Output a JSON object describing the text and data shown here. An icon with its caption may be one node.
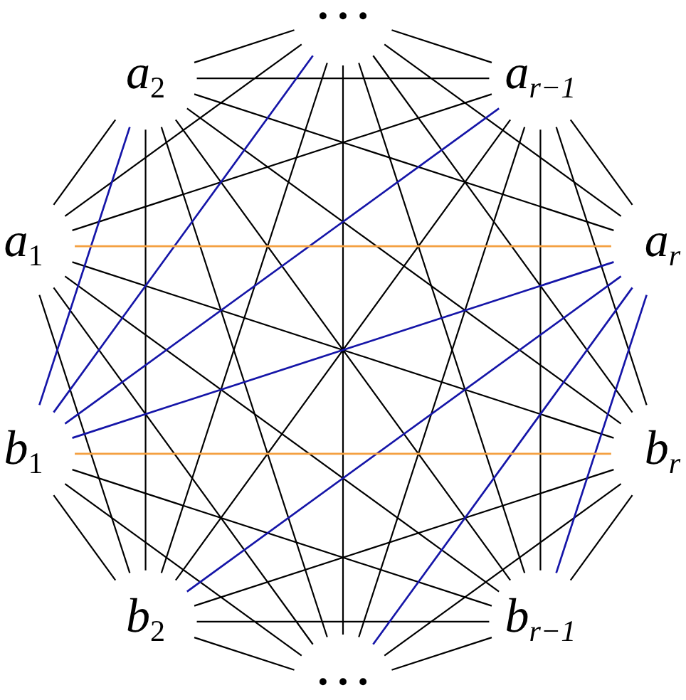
{
  "diagram": {
    "nodes": [
      {
        "text": [
          "…"
        ]
      },
      {
        "text": [
          "*a*$_{2}$"
        ]
      },
      {
        "text": [
          "*a*$_{r−1}$"
        ]
      },
      {
        "text": [
          "*a*$_{1}$"
        ]
      },
      {
        "text": [
          "*a*$_{r}$"
        ]
      },
      {
        "text": [
          "*b*$_{1}$"
        ]
      },
      {
        "text": [
          "*b*$_{r}$"
        ]
      },
      {
        "text": [
          "*b*$_{2}$"
        ]
      },
      {
        "text": [
          "*b*$_{r−1}$"
        ]
      },
      {
        "text": [
          "…"
        ]
      }
    ],
    "edges": [
      {
        "from": 0,
        "to": 1,
        "arrow": "none"
      },
      {
        "from": 0,
        "to": 2,
        "arrow": "none"
      },
      {
        "from": 0,
        "to": 3,
        "arrow": "none"
      },
      {
        "from": 0,
        "to": 4,
        "arrow": "none"
      },
      {
        "from": 0,
        "to": 5,
        "arrow": "none",
        "color": "#1515a8"
      },
      {
        "from": 0,
        "to": 6,
        "arrow": "none"
      },
      {
        "from": 0,
        "to": 7,
        "arrow": "none"
      },
      {
        "from": 0,
        "to": 8,
        "arrow": "none"
      },
      {
        "from": 0,
        "to": 9,
        "arrow": "none"
      },
      {
        "from": 1,
        "to": 2,
        "arrow": "none"
      },
      {
        "from": 1,
        "to": 3,
        "arrow": "none"
      },
      {
        "from": 1,
        "to": 4,
        "arrow": "none"
      },
      {
        "from": 1,
        "to": 5,
        "arrow": "none",
        "color": "#1515a8"
      },
      {
        "from": 1,
        "to": 6,
        "arrow": "none"
      },
      {
        "from": 1,
        "to": 7,
        "arrow": "none"
      },
      {
        "from": 1,
        "to": 8,
        "arrow": "none"
      },
      {
        "from": 1,
        "to": 9,
        "arrow": "none"
      },
      {
        "from": 2,
        "to": 3,
        "arrow": "none"
      },
      {
        "from": 2,
        "to": 4,
        "arrow": "none"
      },
      {
        "from": 2,
        "to": 5,
        "arrow": "none",
        "color": "#1515a8"
      },
      {
        "from": 2,
        "to": 6,
        "arrow": "none"
      },
      {
        "from": 2,
        "to": 7,
        "arrow": "none"
      },
      {
        "from": 2,
        "to": 8,
        "arrow": "none"
      },
      {
        "from": 2,
        "to": 9,
        "arrow": "none"
      },
      {
        "from": 3,
        "to": 4,
        "arrow": "none",
        "color": "#f4a040"
      },
      {
        "from": 3,
        "to": 6,
        "arrow": "none"
      },
      {
        "from": 3,
        "to": 7,
        "arrow": "none"
      },
      {
        "from": 3,
        "to": 8,
        "arrow": "none"
      },
      {
        "from": 3,
        "to": 9,
        "arrow": "none"
      },
      {
        "from": 4,
        "to": 5,
        "arrow": "none",
        "color": "#1515a8"
      },
      {
        "from": 4,
        "to": 7,
        "arrow": "none",
        "color": "#1515a8"
      },
      {
        "from": 4,
        "to": 8,
        "arrow": "none",
        "color": "#1515a8"
      },
      {
        "from": 4,
        "to": 9,
        "arrow": "none",
        "color": "#1515a8"
      },
      {
        "from": 5,
        "to": 6,
        "arrow": "none",
        "color": "#f4a040"
      },
      {
        "from": 5,
        "to": 7,
        "arrow": "none"
      },
      {
        "from": 5,
        "to": 8,
        "arrow": "none"
      },
      {
        "from": 5,
        "to": 9,
        "arrow": "none"
      },
      {
        "from": 6,
        "to": 7,
        "arrow": "none"
      },
      {
        "from": 6,
        "to": 8,
        "arrow": "none"
      },
      {
        "from": 6,
        "to": 9,
        "arrow": "none"
      },
      {
        "from": 7,
        "to": 8,
        "arrow": "none"
      },
      {
        "from": 7,
        "to": 9,
        "arrow": "none"
      },
      {
        "from": 8,
        "to": 9,
        "arrow": "none"
      }
    ]
  }
}
